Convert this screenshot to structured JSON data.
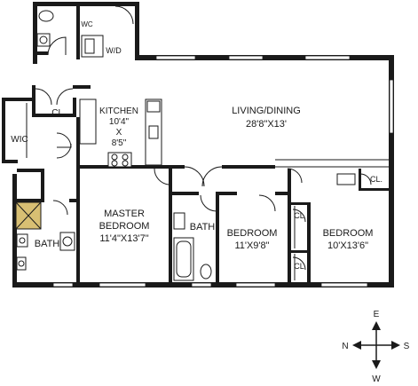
{
  "rooms": {
    "living": {
      "name": "LIVING/DINING",
      "dims": "28'8\"X13'"
    },
    "kitchen": {
      "name": "KITCHEN",
      "dim_a": "10'4\"",
      "dim_x": "X",
      "dim_b": "8'5\""
    },
    "master": {
      "name_1": "MASTER",
      "name_2": "BEDROOM",
      "dims": "11'4\"X13'7\""
    },
    "bedroom_mid": {
      "name": "BEDROOM",
      "dims": "11'X9'8\""
    },
    "bedroom_right": {
      "name": "BEDROOM",
      "dims": "10'X13'6\""
    },
    "bath_left": {
      "name": "BATH"
    },
    "bath_mid": {
      "name": "BATH"
    },
    "wic": {
      "name": "WIC"
    },
    "wc": {
      "name": "WC"
    },
    "wd": {
      "name": "W/D"
    },
    "cl_entry": {
      "name": "CL."
    },
    "cl_right": {
      "name": "CL."
    },
    "cl_mid_1": {
      "name": "CL"
    },
    "cl_mid_2": {
      "name": "CL"
    }
  },
  "compass": {
    "north": "N",
    "south": "S",
    "east": "E",
    "west": "W"
  }
}
